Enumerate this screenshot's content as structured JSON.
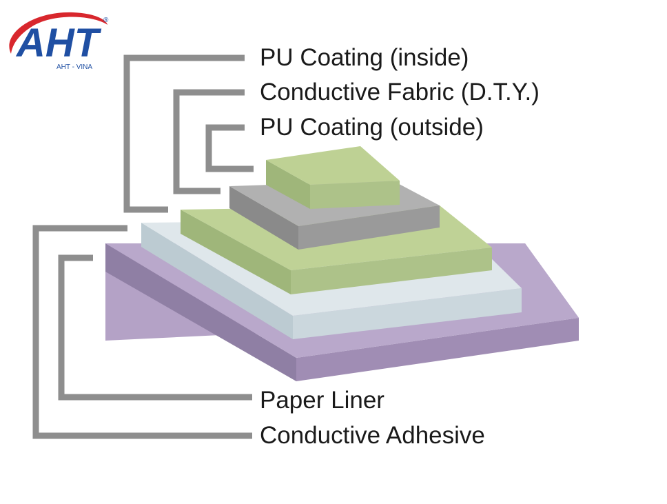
{
  "logo": {
    "name": "AHT",
    "sub": "AHT - VINA",
    "reg": "®",
    "color": "#1f4fa3",
    "swoosh_color": "#d8272d"
  },
  "layers": [
    {
      "id": "pu-inside",
      "label": "PU Coating (inside)",
      "color": "#b9cf8f"
    },
    {
      "id": "fabric",
      "label": "Conductive Fabric (D.T.Y.)",
      "color": "#a9a9a9"
    },
    {
      "id": "pu-outside",
      "label": "PU Coating (outside)",
      "color": "#b9cf8f"
    },
    {
      "id": "paper-liner",
      "label": "Paper Liner",
      "color": "#d7e1e6"
    },
    {
      "id": "adhesive",
      "label": "Conductive Adhesive",
      "color": "#b8a6c8"
    }
  ],
  "leader_color": "#8e8e8e"
}
